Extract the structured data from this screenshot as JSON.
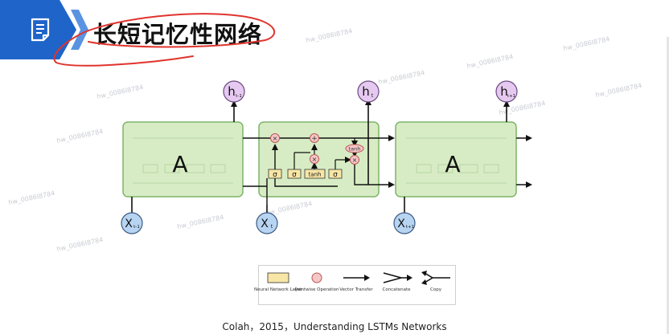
{
  "header": {
    "title": "长短记忆性网络",
    "icon": "document-icon",
    "accent_color": "#1f64c8"
  },
  "diagram": {
    "cell_label_left": "A",
    "cell_label_right": "A",
    "outputs": [
      {
        "main": "h",
        "sub": "t-1"
      },
      {
        "main": "h",
        "sub": "t"
      },
      {
        "main": "h",
        "sub": "t+1"
      }
    ],
    "inputs": [
      {
        "main": "X",
        "sub": "t-1"
      },
      {
        "main": "X",
        "sub": "t"
      },
      {
        "main": "X",
        "sub": "t+1"
      }
    ],
    "gates": [
      "σ",
      "σ",
      "tanh",
      "σ"
    ],
    "ops": {
      "multiply": "×",
      "add": "+",
      "tanh": "tanh"
    },
    "colors": {
      "cell_fill": "#d7ecc4",
      "cell_stroke": "#7fb46a",
      "output_fill": "#e6c9f0",
      "input_fill": "#b7d4f2",
      "gate_fill": "#f8e6a6",
      "op_fill": "#f5c7c7"
    }
  },
  "legend": {
    "items": [
      {
        "label": "Neural Network Layer",
        "icon": "layer-box-icon"
      },
      {
        "label": "Pointwise Operation",
        "icon": "pointwise-circle-icon"
      },
      {
        "label": "Vector Transfer",
        "icon": "arrow-right-icon"
      },
      {
        "label": "Concatenate",
        "icon": "concatenate-icon"
      },
      {
        "label": "Copy",
        "icon": "copy-icon"
      }
    ]
  },
  "watermark": "hw_0086I8784",
  "caption": "Colah，2015，Understanding LSTMs Networks"
}
